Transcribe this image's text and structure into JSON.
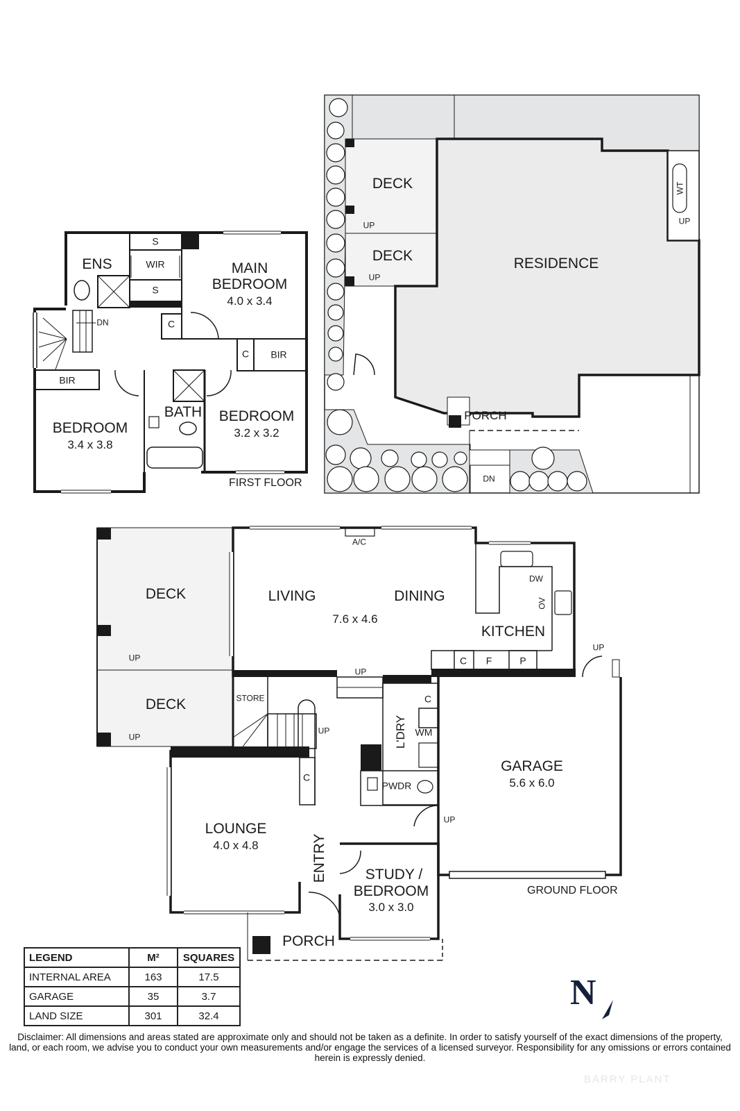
{
  "first_floor": {
    "title": "FIRST FLOOR",
    "rooms": {
      "ens": "ENS",
      "wir": "WIR",
      "s_top": "S",
      "s_bottom": "S",
      "main_bedroom": "MAIN\nBEDROOM",
      "main_bedroom_line1": "MAIN",
      "main_bedroom_line2": "BEDROOM",
      "main_bedroom_dim": "4.0 x 3.4",
      "c_hall": "C",
      "c_bir": "C",
      "bir_right": "BIR",
      "bir_left": "BIR",
      "dn": "DN",
      "bath": "BATH",
      "bedroom_left": "BEDROOM",
      "bedroom_left_dim": "3.4 x 3.8",
      "bedroom_right": "BEDROOM",
      "bedroom_right_dim": "3.2 x 3.2"
    }
  },
  "site_plan": {
    "rooms": {
      "deck_top": "DECK",
      "deck_bottom": "DECK",
      "up_1": "UP",
      "up_2": "UP",
      "residence": "RESIDENCE",
      "wt": "WT",
      "up_right": "UP",
      "porch": "PORCH",
      "dn": "DN"
    }
  },
  "ground_floor": {
    "title": "GROUND FLOOR",
    "rooms": {
      "deck_top": "DECK",
      "deck_bottom": "DECK",
      "up_deck_1": "UP",
      "up_deck_2": "UP",
      "ac": "A/C",
      "living": "LIVING",
      "dining": "DINING",
      "living_dining_dim": "7.6 x 4.6",
      "kitchen": "KITCHEN",
      "dw": "DW",
      "ov": "OV",
      "c_kitchen": "C",
      "f_kitchen": "F",
      "p_kitchen": "P",
      "up_garage_door": "UP",
      "up_hall": "UP",
      "store": "STORE",
      "up_stairs": "UP",
      "c_laundry": "C",
      "ldry": "L'DRY",
      "wm": "WM",
      "pwdr": "PWDR",
      "c_lounge": "C",
      "garage": "GARAGE",
      "garage_dim": "5.6 x 6.0",
      "up_garage": "UP",
      "lounge": "LOUNGE",
      "lounge_dim": "4.0 x 4.8",
      "entry": "ENTRY",
      "study_line1": "STUDY /",
      "study_line2": "BEDROOM",
      "study_dim": "3.0 x 3.0",
      "porch": "PORCH"
    }
  },
  "legend": {
    "headers": [
      "LEGEND",
      "M²",
      "SQUARES"
    ],
    "rows": [
      {
        "label": "INTERNAL AREA",
        "m2": "163",
        "squares": "17.5"
      },
      {
        "label": "GARAGE",
        "m2": "35",
        "squares": "3.7"
      },
      {
        "label": "LAND SIZE",
        "m2": "301",
        "squares": "32.4"
      }
    ]
  },
  "compass": {
    "letter": "N"
  },
  "disclaimer": "Disclaimer: All dimensions and areas stated are approximate only and should not be taken as a definite. In order to satisfy yourself of the exact dimensions of the property, land, or each room, we advise you to conduct your own measurements and/or engage the services of a licensed surveyor. Responsibility for any omissions or errors contained herein is expressly denied.",
  "watermark": "BARRY PLANT",
  "colors": {
    "wall": "#1a1a1a",
    "deck_fill": "#f3f3f3",
    "residence_fill": "#ebebeb",
    "garden_fill": "#e4e5e6",
    "compass": "#14203a"
  }
}
